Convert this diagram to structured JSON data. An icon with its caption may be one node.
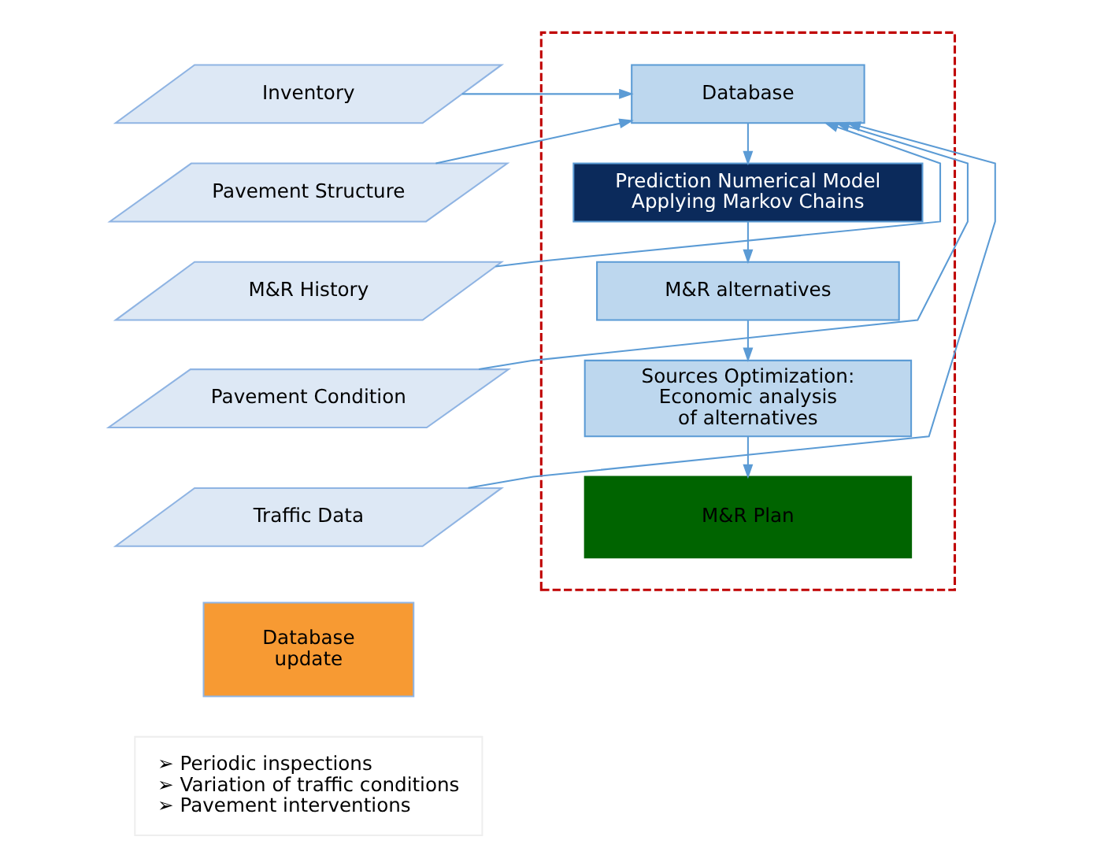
{
  "diagram": {
    "nodes": [
      {
        "text": [],
        "shape": "box"
      },
      {
        "text": [
          "Inventory"
        ]
      },
      {
        "text": [
          "Pavement Structure"
        ]
      },
      {
        "text": [
          "M&R History"
        ]
      },
      {
        "text": [
          "Pavement Condition"
        ]
      },
      {
        "text": [
          "Traffic Data"
        ]
      },
      {
        "text": [
          "Database"
        ],
        "in": 0
      },
      {
        "text": [
          "Prediction Numerical Model Applying Markov Chains"
        ],
        "in": 0
      },
      {
        "text": [
          "M&R alternatives"
        ],
        "in": 0
      },
      {
        "text": [
          "Sources Optimization: Economic analysis of alternatives"
        ],
        "in": 0
      },
      {
        "text": [
          "M&R Plan"
        ],
        "in": 0
      },
      {
        "text": [
          "Database update"
        ]
      },
      {
        "text": [
          "➢ Periodic inspections",
          "➢ Variation of traffic conditions",
          "➢ Pavement interventions"
        ]
      }
    ],
    "edges": [
      {
        "from": 1,
        "to": 6,
        "arrow": "to"
      },
      {
        "from": 2,
        "to": 6,
        "arrow": "to"
      },
      {
        "from": 3,
        "to": 6,
        "arrow": "to"
      },
      {
        "from": 4,
        "to": 6,
        "arrow": "to"
      },
      {
        "from": 5,
        "to": 6,
        "arrow": "to"
      },
      {
        "from": 6,
        "to": 7,
        "arrow": "to"
      },
      {
        "from": 7,
        "to": 8,
        "arrow": "to"
      },
      {
        "from": 8,
        "to": 9,
        "arrow": "to"
      },
      {
        "from": 9,
        "to": 10,
        "arrow": "to"
      }
    ]
  }
}
